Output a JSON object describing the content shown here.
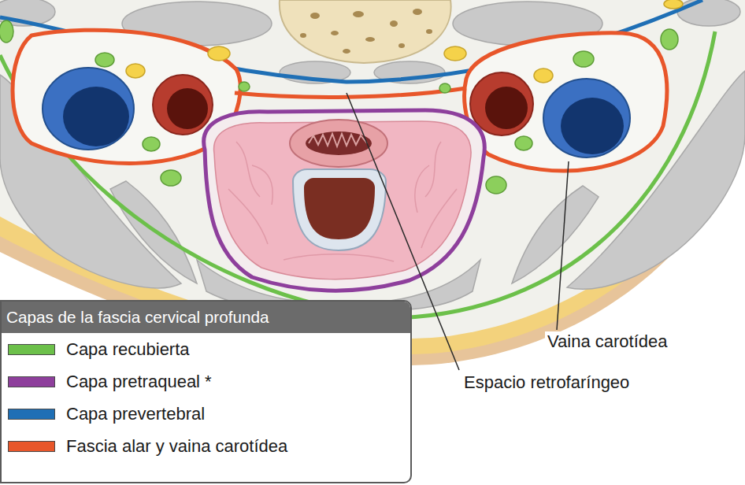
{
  "diagram": {
    "title": "Capas de la fascia cervical profunda",
    "labels": [
      "Vaina carotídea",
      "Espacio retrofaríngeo"
    ],
    "legend": [
      {
        "text": "Capa recubierta",
        "color": "#6cc04a"
      },
      {
        "text": "Capa pretraqueal *",
        "color": "#8e3f9c"
      },
      {
        "text": "Capa prevertebral",
        "color": "#1f6fb5"
      },
      {
        "text": "Fascia alar y vaina carotídea",
        "color": "#e8562a"
      }
    ]
  }
}
